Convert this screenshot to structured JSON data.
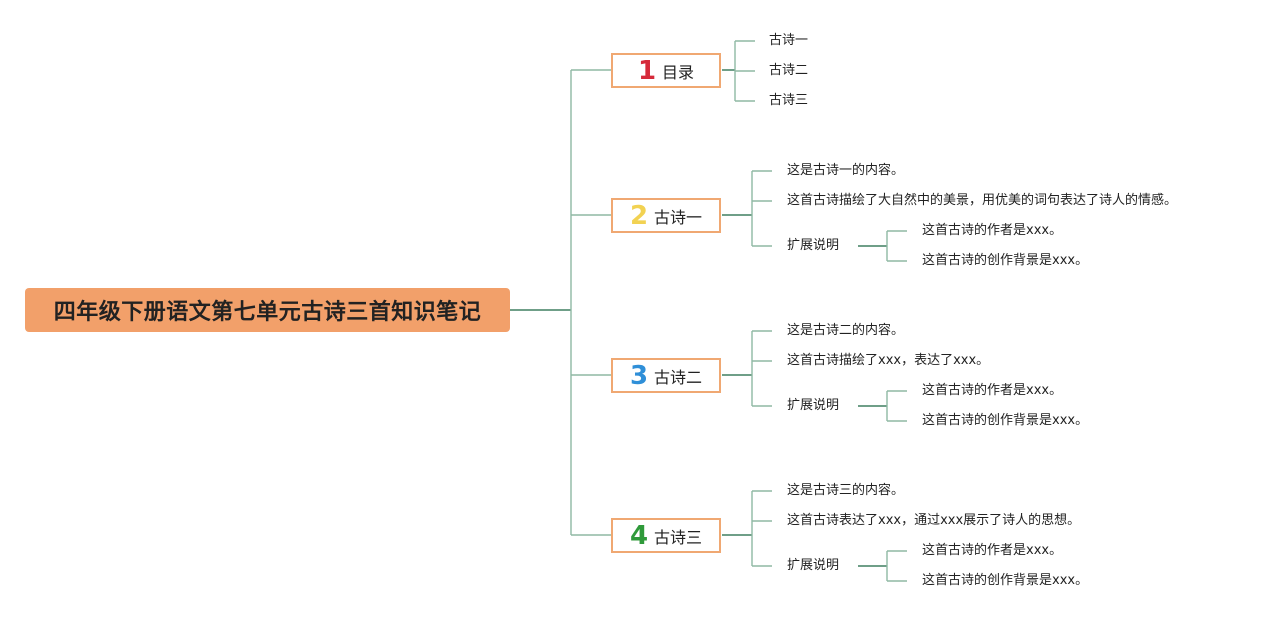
{
  "root": {
    "title": "四年级下册语文第七单元古诗三首知识笔记"
  },
  "branches": [
    {
      "number": "1",
      "label": "目录",
      "color": "#d62a3a",
      "items": [
        "古诗一",
        "古诗二",
        "古诗三"
      ]
    },
    {
      "number": "2",
      "label": "古诗一",
      "color": "#f2d252",
      "items": [
        "这是古诗一的内容。",
        "这首古诗描绘了大自然中的美景，用优美的词句表达了诗人的情感。"
      ],
      "extra": {
        "label": "扩展说明",
        "items": [
          "这首古诗的作者是xxx。",
          "这首古诗的创作背景是xxx。"
        ]
      }
    },
    {
      "number": "3",
      "label": "古诗二",
      "color": "#2f8fd8",
      "items": [
        "这是古诗二的内容。",
        "这首古诗描绘了xxx，表达了xxx。"
      ],
      "extra": {
        "label": "扩展说明",
        "items": [
          "这首古诗的作者是xxx。",
          "这首古诗的创作背景是xxx。"
        ]
      }
    },
    {
      "number": "4",
      "label": "古诗三",
      "color": "#2f9a3a",
      "items": [
        "这是古诗三的内容。",
        "这首古诗表达了xxx，通过xxx展示了诗人的思想。"
      ],
      "extra": {
        "label": "扩展说明",
        "items": [
          "这首古诗的作者是xxx。",
          "这首古诗的创作背景是xxx。"
        ]
      }
    }
  ]
}
